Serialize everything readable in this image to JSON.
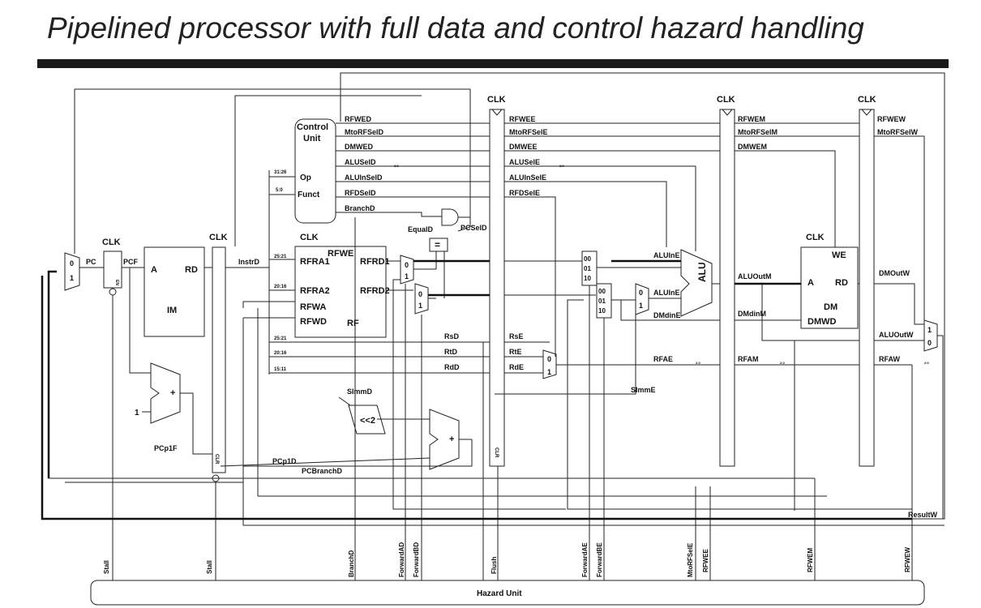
{
  "title": "Pipelined processor with full data and control hazard handling",
  "hazard_unit": {
    "label": "Hazard Unit",
    "signals": [
      "Stall",
      "Stall",
      "BranchD",
      "ForwardAD",
      "ForwardBD",
      "Flush",
      "ForwardAE",
      "ForwardBE",
      "MtoRFSelE",
      "RFWEE",
      "RFWEM",
      "RFWEW"
    ]
  },
  "registers": {
    "clk": "CLK",
    "d_stage": "CLK",
    "e_stage": "CLK",
    "m_stage": "CLK",
    "w_stage": "CLK",
    "rf": "CLK",
    "dm": "CLK",
    "en": "EN",
    "clr": "CLR"
  },
  "blocks": {
    "im": {
      "name": "IM",
      "a": "A",
      "rd": "RD"
    },
    "control": {
      "title_1": "Control",
      "title_2": "Unit",
      "op": "Op",
      "funct": "Funct"
    },
    "rf": {
      "name": "RF",
      "ra1": "RFRA1",
      "ra2": "RFRA2",
      "wa": "RFWA",
      "wd": "RFWD",
      "we": "RFWE",
      "rd1": "RFRD1",
      "rd2": "RFRD2"
    },
    "dm": {
      "name": "DM",
      "a": "A",
      "rd": "RD",
      "we": "WE",
      "wd": "DMWD"
    },
    "alu": "ALU",
    "shift": "<<2",
    "eq": "=",
    "plus": "+",
    "one": "1"
  },
  "mux_labels": {
    "zero": "0",
    "one": "1",
    "m00": "00",
    "m01": "01",
    "m10": "10"
  },
  "bit_ranges": [
    "31:26",
    "5:0",
    "25:21",
    "20:16",
    "25:21",
    "20:16",
    "15:11"
  ],
  "control_signals_d": [
    "RFWED",
    "MtoRFSelD",
    "DMWED",
    "ALUSelD",
    "ALUInSelD",
    "RFDSelD",
    "BranchD"
  ],
  "control_signals_e": [
    "RFWEE",
    "MtoRFSelE",
    "DMWEE",
    "ALUSelE",
    "ALUInSelE",
    "RFDSelE"
  ],
  "control_signals_m": [
    "RFWEM",
    "MtoRFSelM",
    "DMWEM"
  ],
  "control_signals_w": [
    "RFWEW",
    "MtoRFSelW"
  ],
  "wires": {
    "pc": "PC",
    "pcf": "PCF",
    "instrd": "InstrD",
    "pcp1f": "PCp1F",
    "pcp1d": "PCp1D",
    "pcbranchd": "PCBranchD",
    "equald": "EqualD",
    "pcseld": "PCSelD",
    "simmd": "SImmD",
    "rsd": "RsD",
    "rtd": "RtD",
    "rdd": "RdD",
    "rse": "RsE",
    "rte": "RtE",
    "rde": "RdE",
    "aluine_a": "ALUInE",
    "aluine_b": "ALUInE",
    "dmdine": "DMdinE",
    "simme": "SImmE",
    "rfae": "RFAE",
    "aluoutm": "ALUOutM",
    "dmdinm": "DMdinM",
    "rfam": "RFAM",
    "dmoutw": "DMOutW",
    "aluoutw": "ALUOutW",
    "rfaw": "RFAW",
    "resultw": "ResultW",
    "bus_a": "2:0",
    "bus_b": "2:0",
    "bus_c": "2:0",
    "bus_d": "2:0",
    "bus_e": "2:0"
  }
}
